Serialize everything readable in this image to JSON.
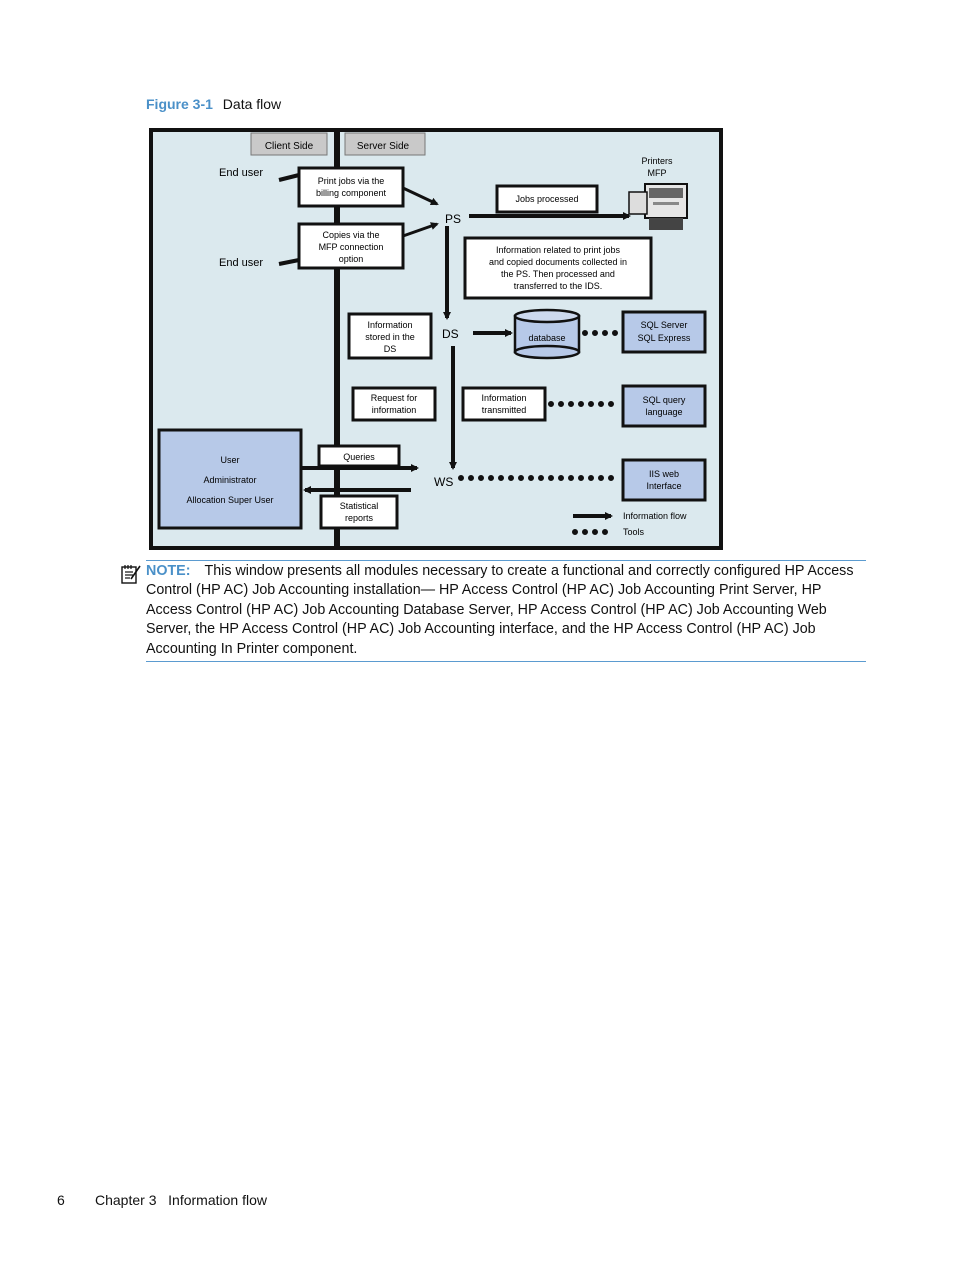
{
  "caption": {
    "label": "Figure 3-1",
    "title": "Data flow"
  },
  "diagram": {
    "client_side": "Client Side",
    "server_side": "Server Side",
    "end_user_1": "End user",
    "end_user_2": "End user",
    "print_jobs_box": [
      "Print jobs via the",
      "billing component"
    ],
    "copies_box": [
      "Copies via the",
      "MFP connection",
      "option"
    ],
    "ps": "PS",
    "ds": "DS",
    "ws": "WS",
    "jobs_processed": "Jobs processed",
    "printers_label": [
      "Printers",
      "MFP"
    ],
    "info_related_box": [
      "Information related to print jobs",
      "and copied documents collected in",
      "the PS. Then processed and",
      "transferred to the IDS."
    ],
    "info_stored_box": [
      "Information",
      "stored in the",
      "DS"
    ],
    "database": "database",
    "sql_server_box": [
      "SQL Server",
      "SQL Express"
    ],
    "request_box": [
      "Request for",
      "information"
    ],
    "info_transmitted_box": [
      "Information",
      "transmitted"
    ],
    "sql_query_box": [
      "SQL query",
      "language"
    ],
    "user_box": [
      "User",
      "Administrator",
      "Allocation Super User"
    ],
    "queries": "Queries",
    "statistical_box": [
      "Statistical",
      "reports"
    ],
    "iis_box": [
      "IIS web",
      "Interface"
    ],
    "legend_flow": "Information flow",
    "legend_tools": "Tools",
    "colors": {
      "background": "#dbe9ee",
      "user_box": "#b7c9e8",
      "tab": "#c9c9c9"
    }
  },
  "note": {
    "label": "NOTE:",
    "text": "This window presents all modules necessary to create a functional and correctly configured HP Access Control (HP AC) Job Accounting installation— HP Access Control (HP AC) Job Accounting Print Server, HP Access Control (HP AC) Job Accounting Database Server, HP Access Control (HP AC) Job Accounting Web Server, the HP Access Control (HP AC) Job Accounting interface, and the HP Access Control (HP AC) Job Accounting In Printer component.",
    "icon": "note-icon"
  },
  "footer": {
    "page_number": "6",
    "chapter": "Chapter 3   Information flow"
  }
}
